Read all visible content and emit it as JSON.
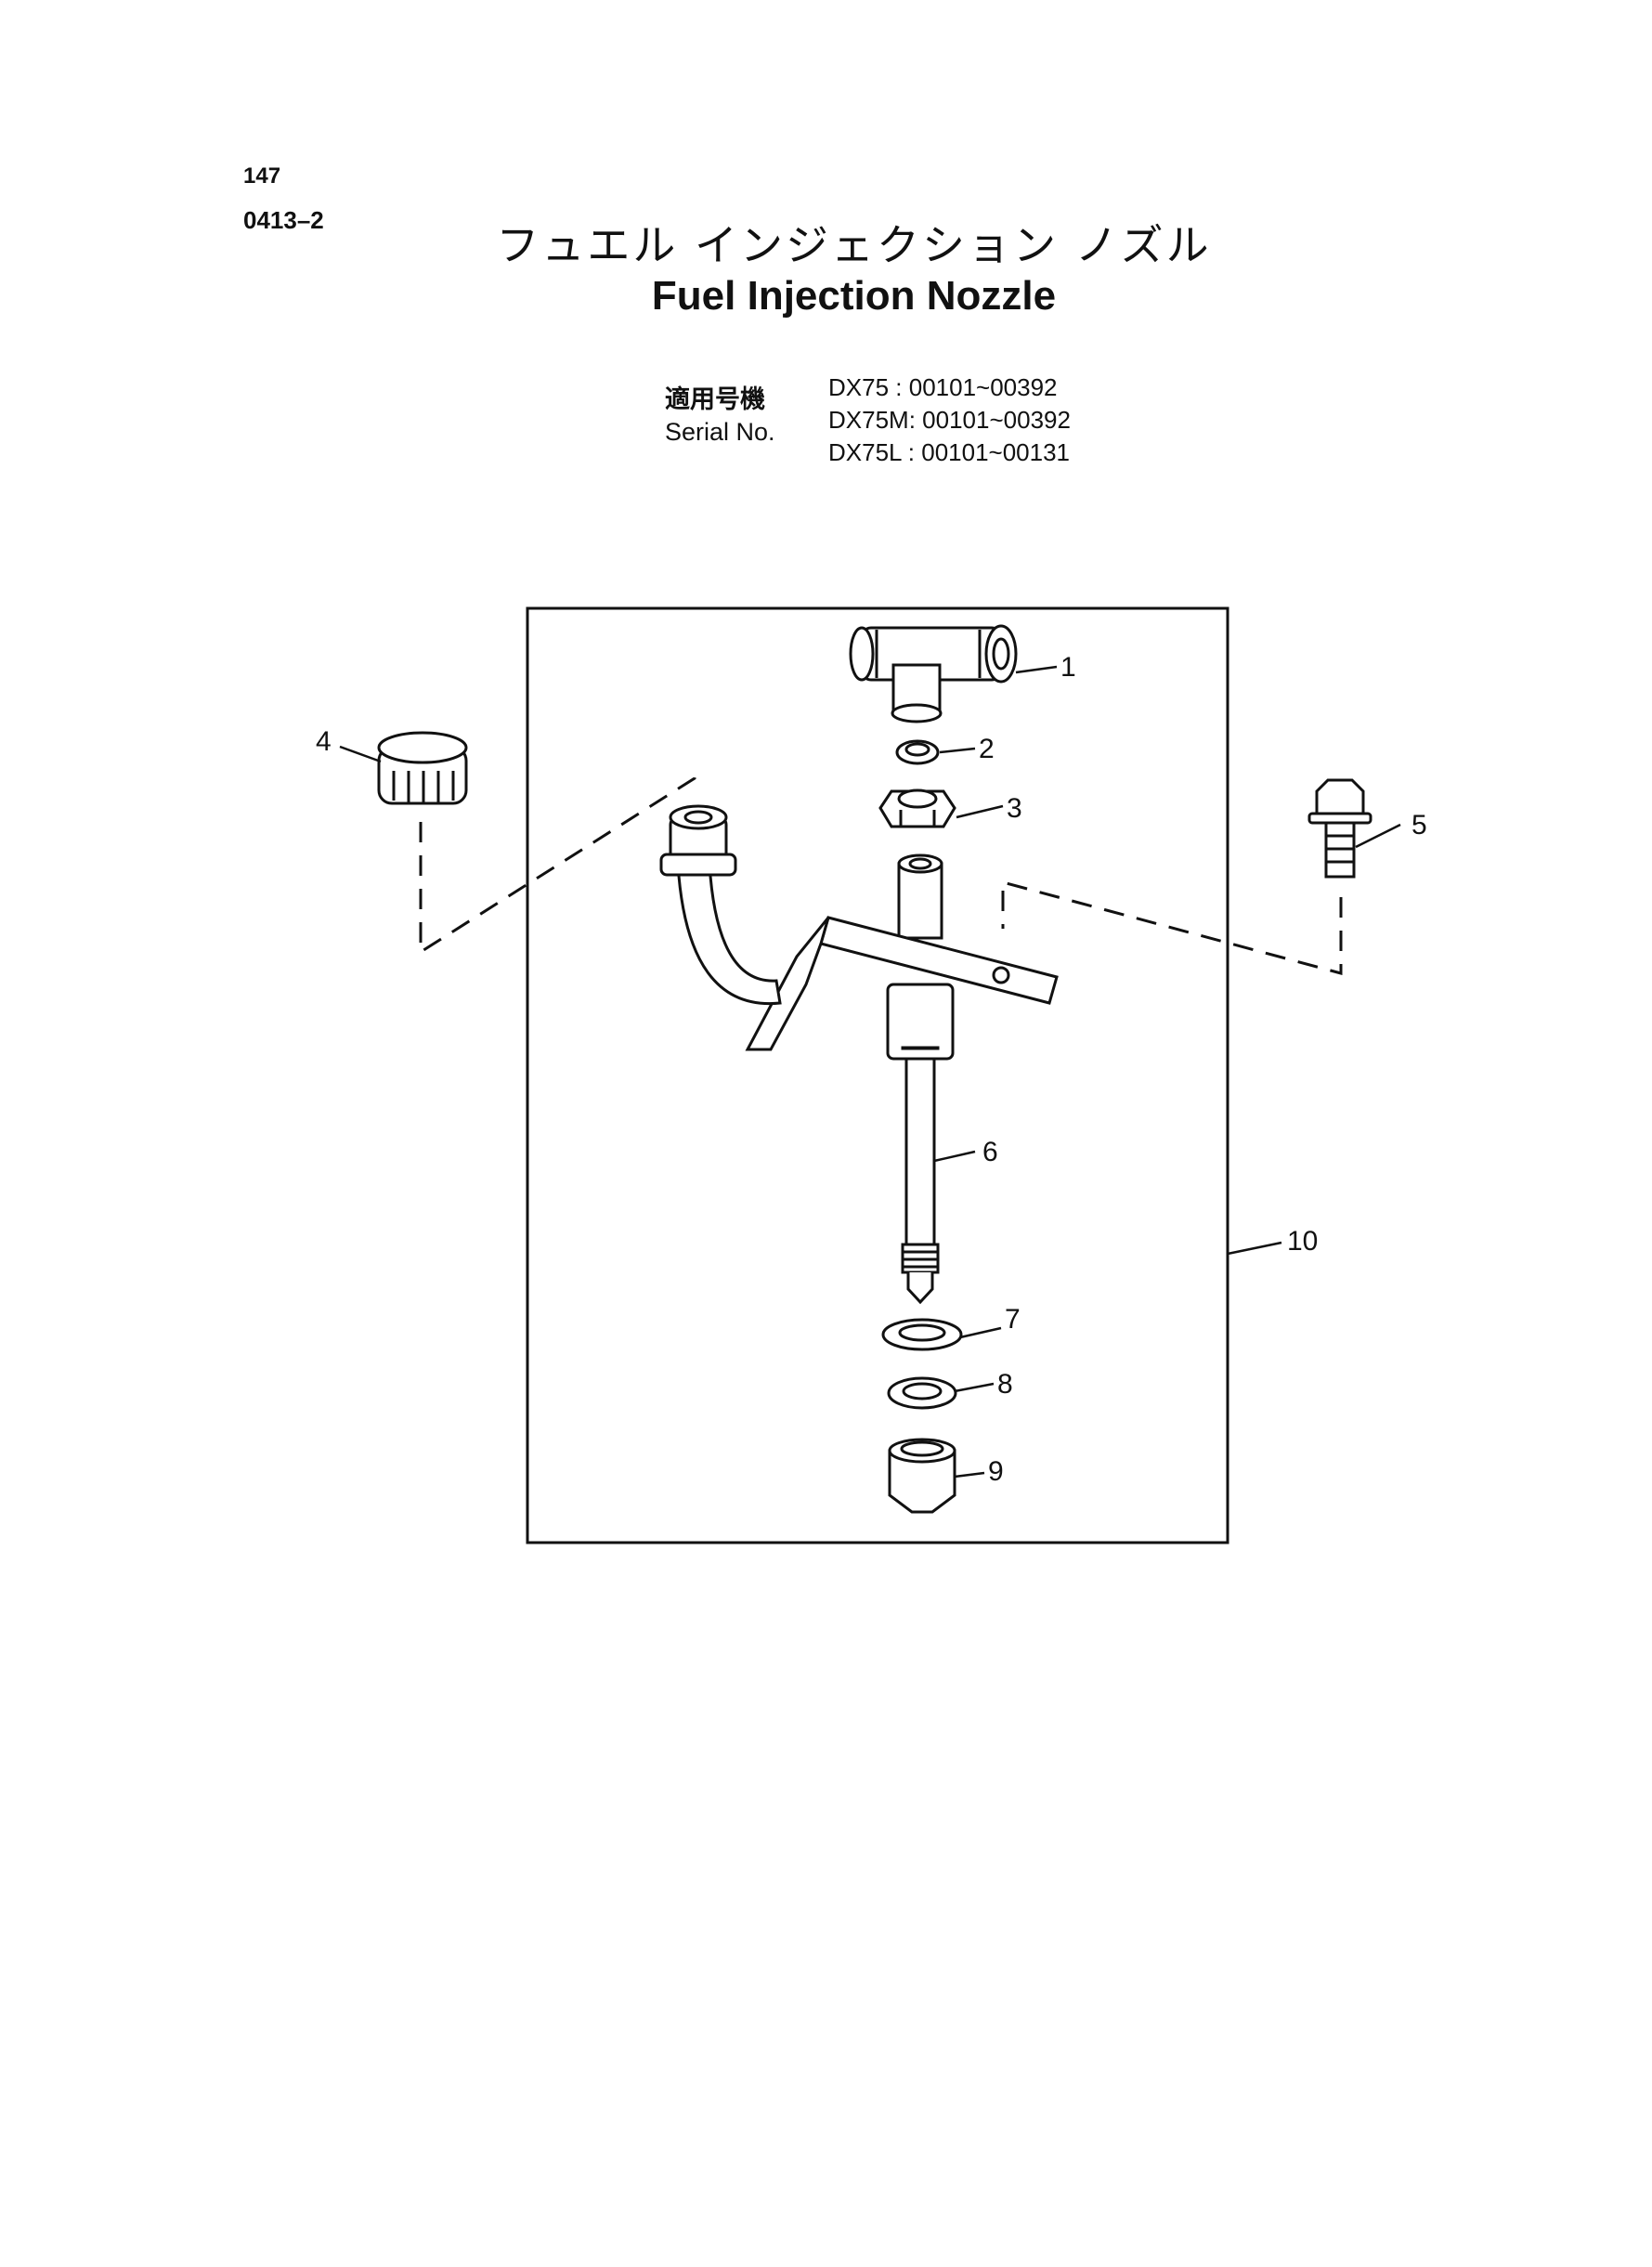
{
  "header": {
    "page_number": "147",
    "figure_code": "0413–2",
    "title_jp": "フュエル インジェクション ノズル",
    "title_en": "Fuel Injection Nozzle"
  },
  "serial": {
    "label_jp": "適用号機",
    "label_en": "Serial No.",
    "rows": [
      {
        "model": "DX75",
        "sep": " :",
        "range": "00101~00392"
      },
      {
        "model": "DX75M",
        "sep": ":",
        "range": "00101~00392"
      },
      {
        "model": "DX75L",
        "sep": " :",
        "range": "00101~00131"
      }
    ]
  },
  "diagram": {
    "callouts": [
      "1",
      "2",
      "3",
      "4",
      "5",
      "6",
      "7",
      "8",
      "9",
      "10"
    ]
  }
}
